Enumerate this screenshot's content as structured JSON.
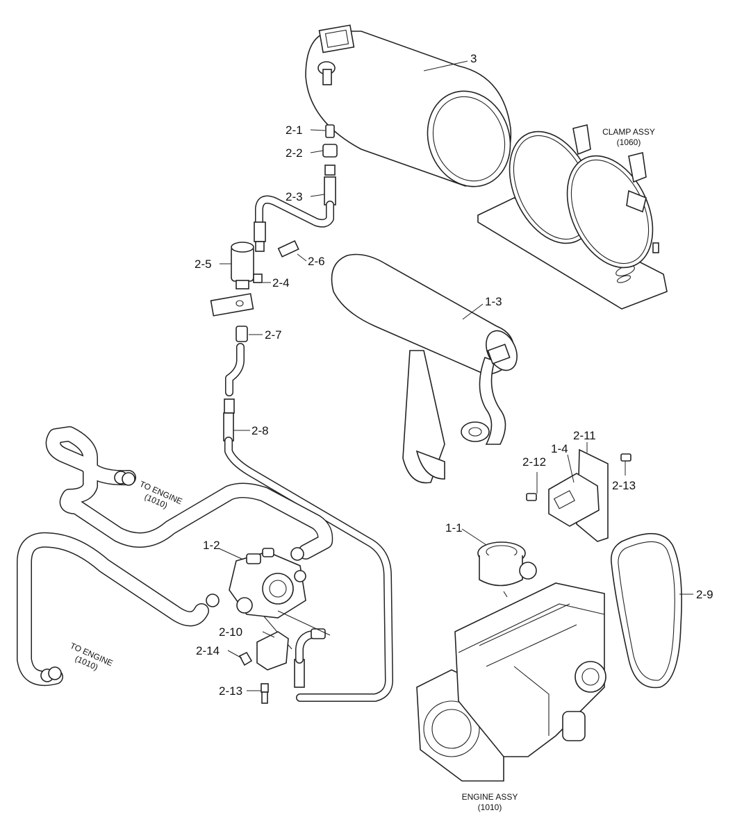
{
  "callouts": [
    {
      "id": "3",
      "text": "3"
    },
    {
      "id": "2-1",
      "text": "2-1"
    },
    {
      "id": "2-2",
      "text": "2-2"
    },
    {
      "id": "2-3",
      "text": "2-3"
    },
    {
      "id": "2-5",
      "text": "2-5"
    },
    {
      "id": "2-6",
      "text": "2-6"
    },
    {
      "id": "2-4",
      "text": "2-4"
    },
    {
      "id": "2-7",
      "text": "2-7"
    },
    {
      "id": "1-3",
      "text": "1-3"
    },
    {
      "id": "2-8",
      "text": "2-8"
    },
    {
      "id": "2-11",
      "text": "2-11"
    },
    {
      "id": "1-4",
      "text": "1-4"
    },
    {
      "id": "2-12",
      "text": "2-12"
    },
    {
      "id": "2-13a",
      "text": "2-13"
    },
    {
      "id": "1-2",
      "text": "1-2"
    },
    {
      "id": "1-1",
      "text": "1-1"
    },
    {
      "id": "2-9",
      "text": "2-9"
    },
    {
      "id": "2-10",
      "text": "2-10"
    },
    {
      "id": "2-14",
      "text": "2-14"
    },
    {
      "id": "2-13b",
      "text": "2-13"
    }
  ],
  "notes": {
    "clamp_line1": "CLAMP ASSY",
    "clamp_line2": "(1060)",
    "to_engine_upper_line1": "TO ENGINE",
    "to_engine_upper_line2": "(1010)",
    "to_engine_lower_line1": "TO ENGINE",
    "to_engine_lower_line2": "(1010)",
    "engine_line1": "ENGINE ASSY",
    "engine_line2": "(1010)"
  }
}
